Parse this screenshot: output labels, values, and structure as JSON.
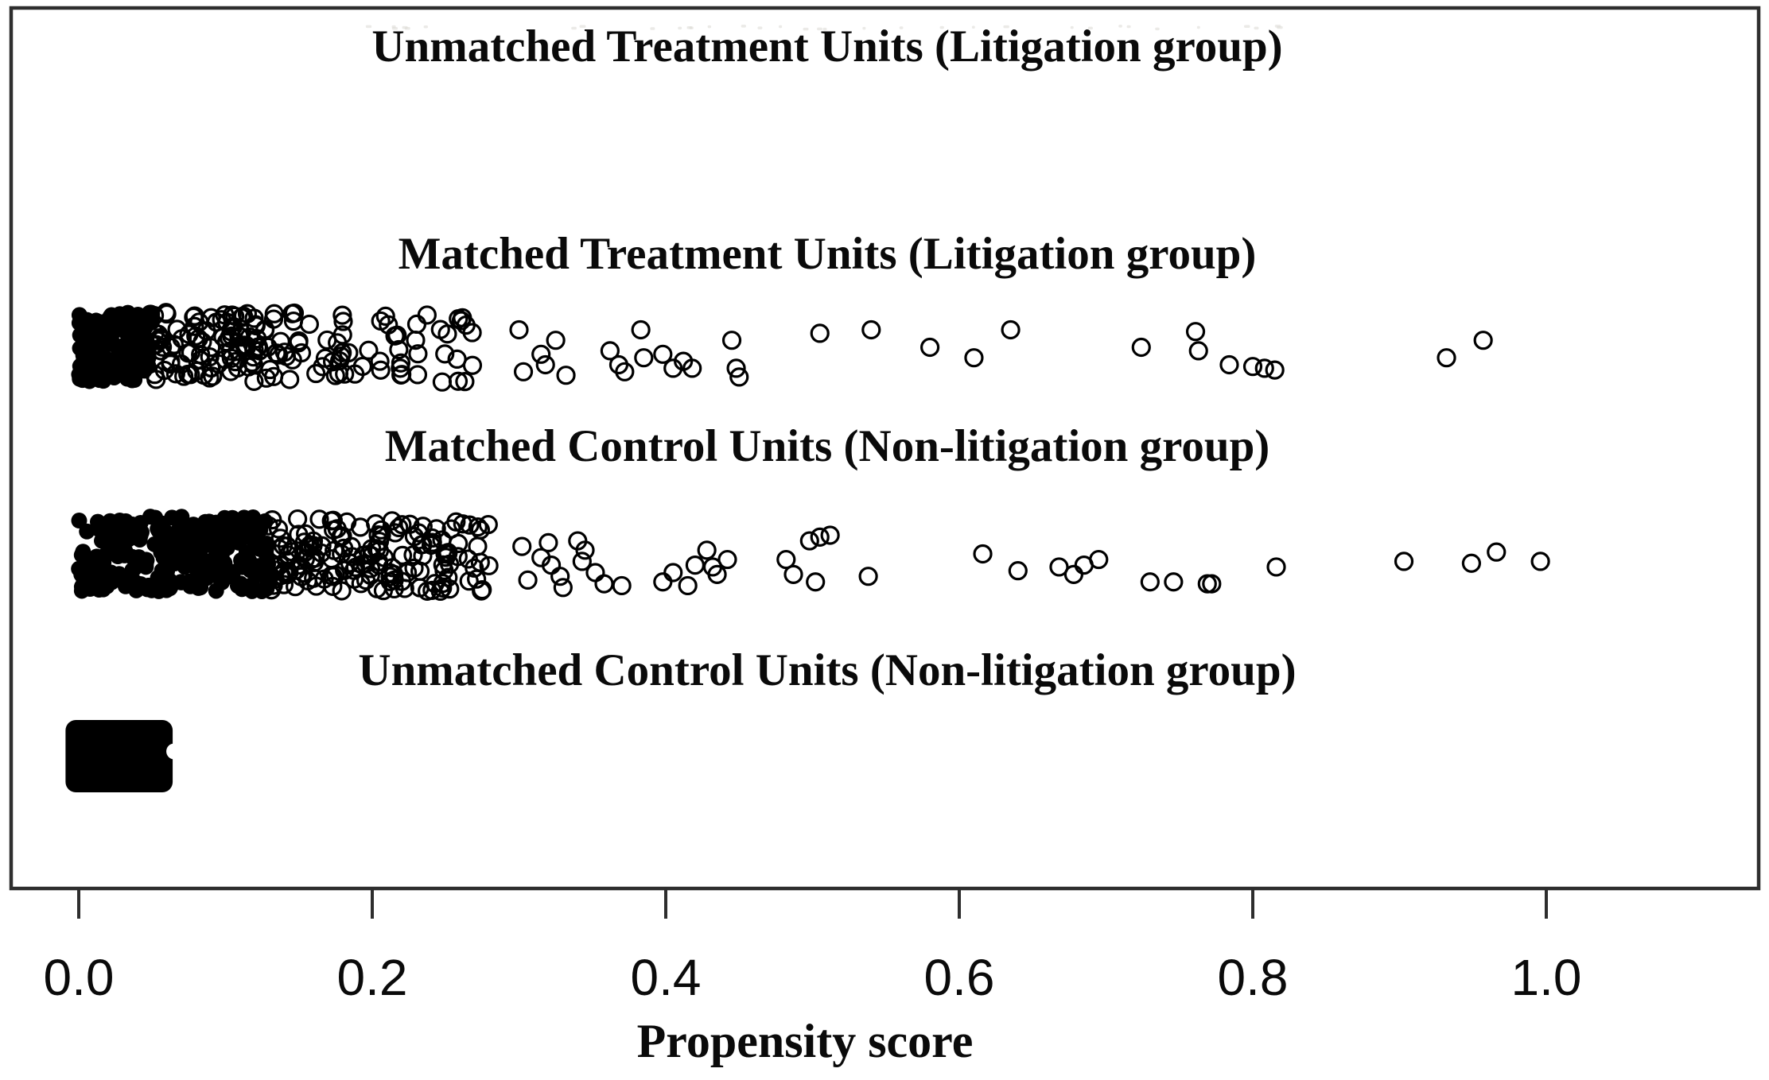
{
  "figure": {
    "colors": {
      "background": "#ffffff",
      "axis": "#2e2e2e",
      "text": "#0a0a0a",
      "points": "#000000",
      "ghost_marks": "#dbd8d3"
    }
  },
  "chart_data": {
    "type": "scatter",
    "subtype": "jitter-strip-propensity",
    "title": "",
    "xlabel": "Propensity score",
    "ylabel": "",
    "xlim": [
      0,
      1.145
    ],
    "grid": false,
    "legend": "none",
    "x_ticks": [
      {
        "value": 0.0,
        "label": "0.0"
      },
      {
        "value": 0.2,
        "label": "0.2"
      },
      {
        "value": 0.4,
        "label": "0.4"
      },
      {
        "value": 0.6,
        "label": "0.6"
      },
      {
        "value": 0.8,
        "label": "0.8"
      },
      {
        "value": 1.0,
        "label": "1.0"
      }
    ],
    "groups": [
      {
        "label": "Unmatched Treatment Units (Litigation group)",
        "type": "ghost",
        "dense_segments": [
          {
            "from": 0.18,
            "to": 0.845,
            "count": 34,
            "style": "ghost"
          }
        ],
        "points": []
      },
      {
        "label": "Matched Treatment Units (Litigation group)",
        "type": "jitter",
        "dense_segments": [
          {
            "from": 0.0,
            "to": 0.05,
            "count": 130,
            "style": "solid"
          },
          {
            "from": 0.048,
            "to": 0.152,
            "count": 115,
            "style": "open"
          },
          {
            "from": 0.155,
            "to": 0.272,
            "count": 50,
            "style": "open"
          }
        ],
        "points": [
          [
            0.3,
            -0.5
          ],
          [
            0.303,
            0.7
          ],
          [
            0.315,
            0.2
          ],
          [
            0.318,
            0.5
          ],
          [
            0.325,
            -0.2
          ],
          [
            0.332,
            0.8
          ],
          [
            0.362,
            0.1
          ],
          [
            0.368,
            0.5
          ],
          [
            0.372,
            0.7
          ],
          [
            0.383,
            -0.5
          ],
          [
            0.385,
            0.3
          ],
          [
            0.398,
            0.2
          ],
          [
            0.405,
            0.6
          ],
          [
            0.412,
            0.4
          ],
          [
            0.418,
            0.6
          ],
          [
            0.445,
            -0.2
          ],
          [
            0.448,
            0.6
          ],
          [
            0.45,
            0.85
          ],
          [
            0.505,
            -0.4
          ],
          [
            0.54,
            -0.5
          ],
          [
            0.58,
            0.0
          ],
          [
            0.61,
            0.3
          ],
          [
            0.635,
            -0.5
          ],
          [
            0.724,
            0.0
          ],
          [
            0.761,
            -0.45
          ],
          [
            0.763,
            0.1
          ],
          [
            0.784,
            0.5
          ],
          [
            0.8,
            0.55
          ],
          [
            0.808,
            0.6
          ],
          [
            0.815,
            0.65
          ],
          [
            0.932,
            0.3
          ],
          [
            0.957,
            -0.2
          ]
        ]
      },
      {
        "label": "Matched Control Units (Non-litigation group)",
        "type": "jitter",
        "dense_segments": [
          {
            "from": 0.0,
            "to": 0.13,
            "count": 260,
            "style": "solid"
          },
          {
            "from": 0.126,
            "to": 0.28,
            "count": 160,
            "style": "open"
          }
        ],
        "points": [
          [
            0.302,
            -0.2
          ],
          [
            0.306,
            0.7
          ],
          [
            0.315,
            0.1
          ],
          [
            0.32,
            -0.3
          ],
          [
            0.322,
            0.3
          ],
          [
            0.328,
            0.6
          ],
          [
            0.33,
            0.9
          ],
          [
            0.34,
            -0.35
          ],
          [
            0.343,
            0.2
          ],
          [
            0.345,
            -0.1
          ],
          [
            0.352,
            0.5
          ],
          [
            0.358,
            0.8
          ],
          [
            0.37,
            0.85
          ],
          [
            0.398,
            0.75
          ],
          [
            0.405,
            0.5
          ],
          [
            0.415,
            0.85
          ],
          [
            0.42,
            0.3
          ],
          [
            0.428,
            -0.1
          ],
          [
            0.432,
            0.35
          ],
          [
            0.435,
            0.55
          ],
          [
            0.442,
            0.15
          ],
          [
            0.482,
            0.15
          ],
          [
            0.487,
            0.55
          ],
          [
            0.498,
            -0.35
          ],
          [
            0.502,
            0.75
          ],
          [
            0.505,
            -0.45
          ],
          [
            0.512,
            -0.5
          ],
          [
            0.538,
            0.6
          ],
          [
            0.616,
            0.0
          ],
          [
            0.64,
            0.45
          ],
          [
            0.668,
            0.35
          ],
          [
            0.678,
            0.55
          ],
          [
            0.685,
            0.3
          ],
          [
            0.695,
            0.15
          ],
          [
            0.73,
            0.75
          ],
          [
            0.746,
            0.75
          ],
          [
            0.769,
            0.8
          ],
          [
            0.772,
            0.8
          ],
          [
            0.816,
            0.35
          ],
          [
            0.903,
            0.2
          ],
          [
            0.949,
            0.25
          ],
          [
            0.966,
            -0.05
          ],
          [
            0.996,
            0.2
          ]
        ]
      },
      {
        "label": "Unmatched Control Units (Non-litigation group)",
        "type": "block",
        "block": {
          "from": -0.009,
          "to": 0.064
        }
      }
    ]
  }
}
